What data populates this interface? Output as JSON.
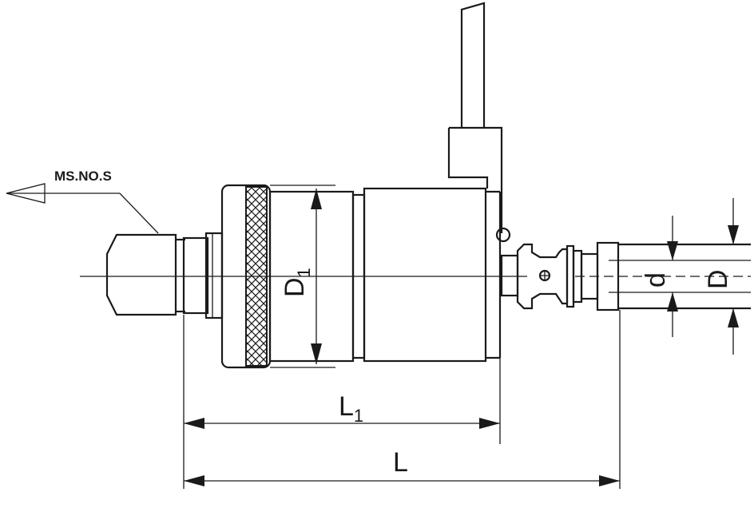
{
  "labels": {
    "spindle": "MS.NO.S",
    "d1": "D",
    "d1_sub": "1",
    "l1": "L",
    "l1_sub": "1",
    "l": "L",
    "d_small": "d",
    "d_big": "D"
  }
}
